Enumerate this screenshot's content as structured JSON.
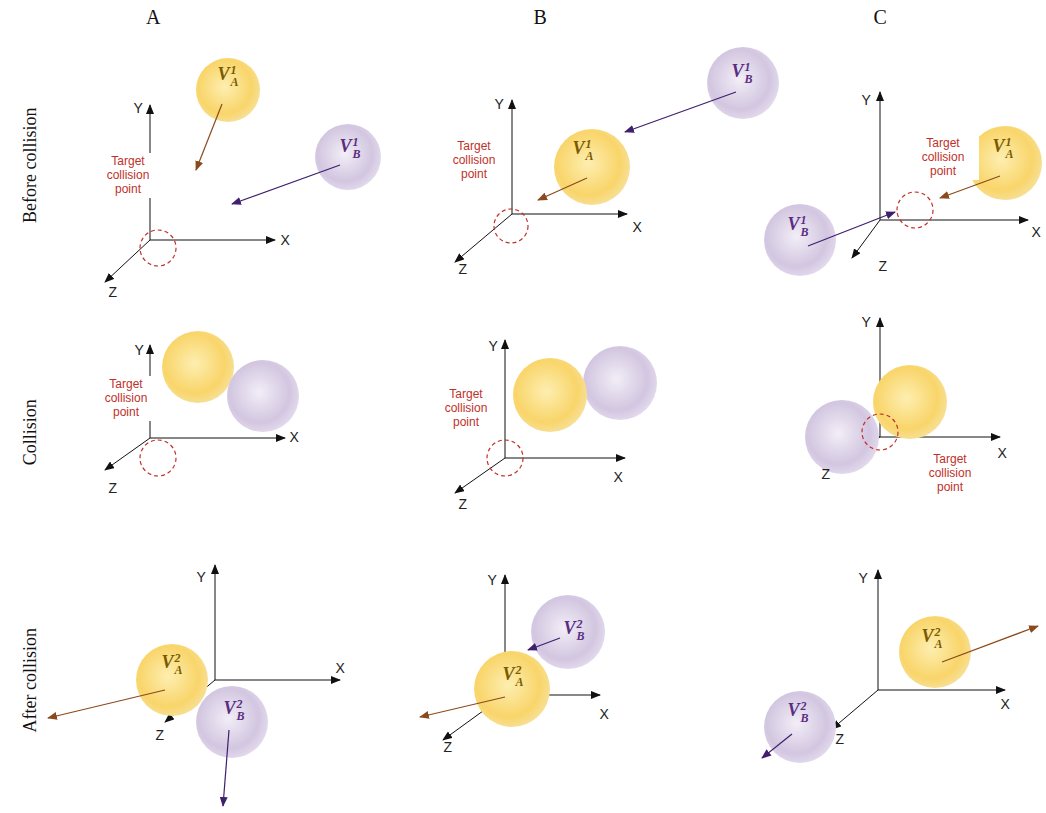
{
  "diagram": {
    "nodes": [
      {
        "text": [
          "VA1"
        ]
      },
      {
        "text": [
          "VB1"
        ]
      },
      {
        "text": [
          "VA1"
        ]
      },
      {
        "text": [
          "VB1"
        ]
      },
      {
        "text": [
          "VA1"
        ]
      },
      {
        "text": [
          "VB1"
        ]
      },
      {
        "text": [
          "VA2"
        ]
      },
      {
        "text": [
          "VB2"
        ]
      },
      {
        "text": [
          "VA2"
        ]
      },
      {
        "text": [
          "VB2"
        ]
      },
      {
        "text": [
          "VA2"
        ]
      },
      {
        "text": [
          "VB2"
        ]
      }
    ],
    "labels": [
      "A",
      "B",
      "C",
      "Before collision",
      "Collision",
      "After collision",
      "Target collision point",
      "X",
      "Y",
      "Z",
      "Target collision point",
      "X",
      "Y",
      "Z",
      "Target collision point",
      "X",
      "Y",
      "Z",
      "Target collision point",
      "X",
      "Y",
      "Z",
      "Target collision point",
      "X",
      "Y",
      "Z",
      "Target collision point",
      "X",
      "Y",
      "Z",
      "X",
      "Y",
      "Z",
      "X",
      "Y",
      "Z",
      "X",
      "Y",
      "Z"
    ]
  }
}
